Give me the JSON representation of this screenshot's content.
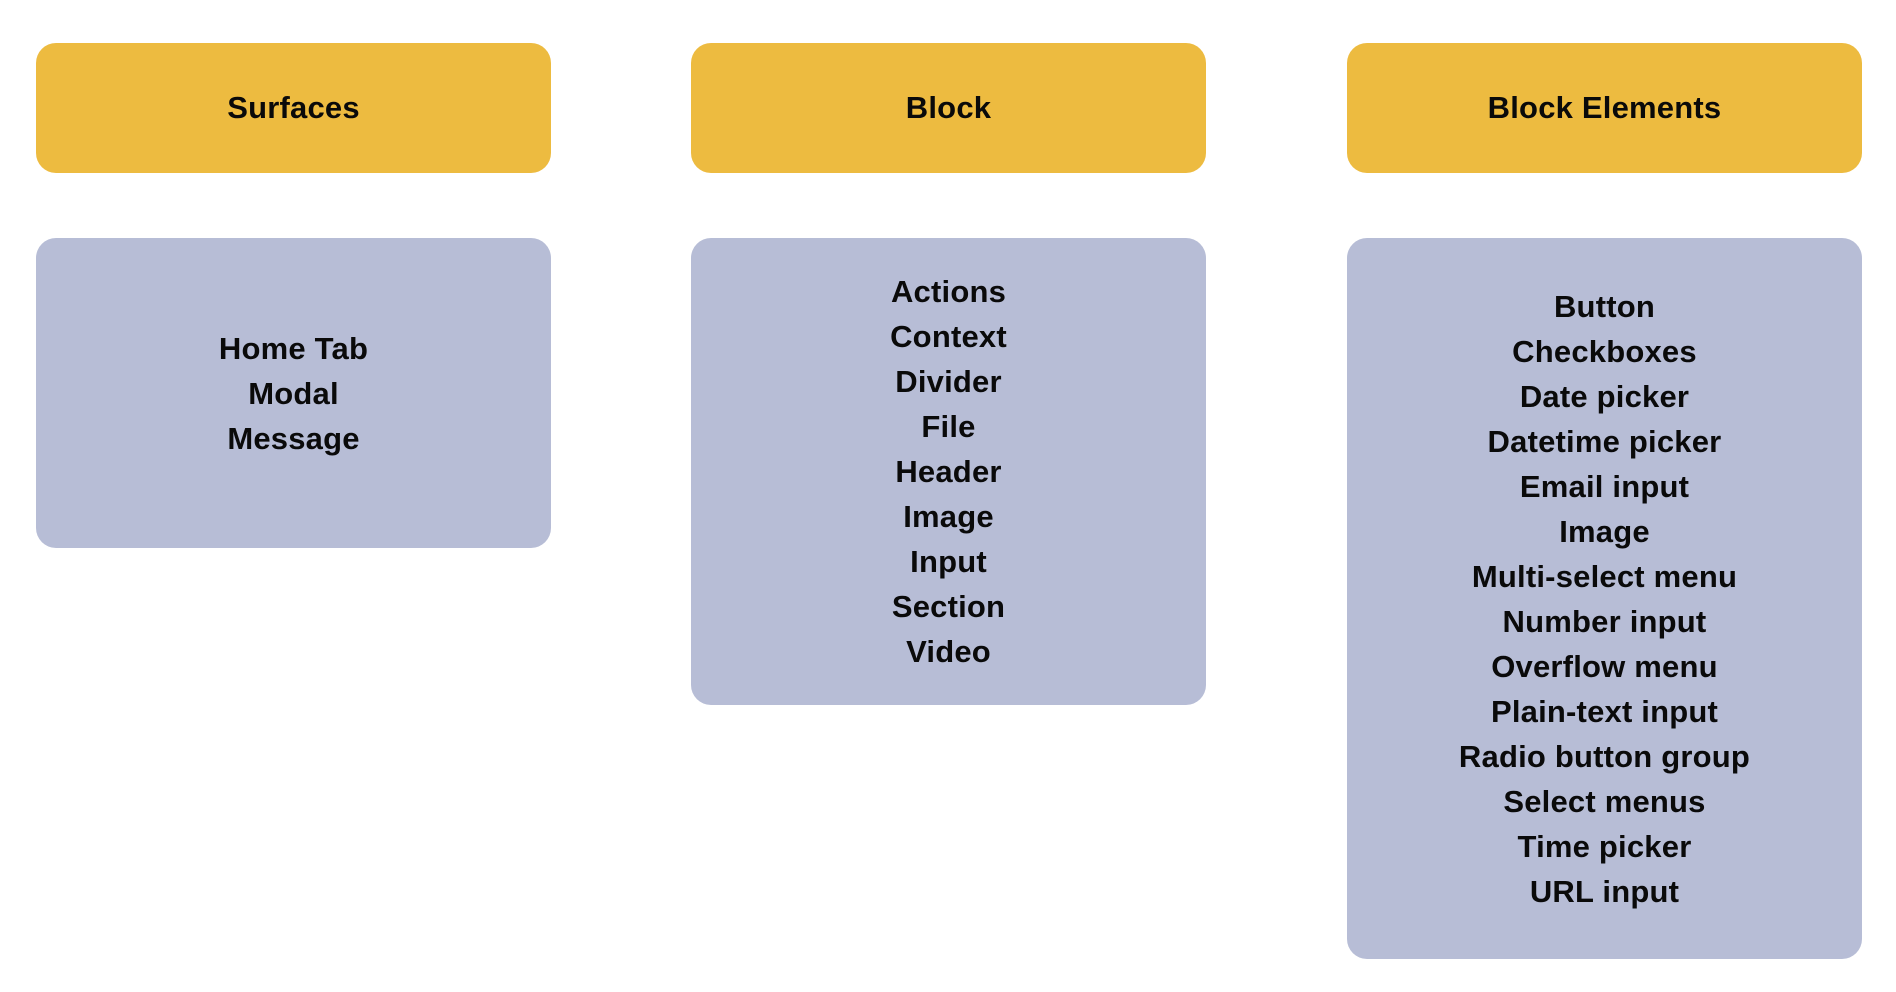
{
  "colors": {
    "page_bg": "#FFFFFF",
    "header_bg": "#EDBB40",
    "body_bg": "#B7BDD6",
    "text": "#0A0A0A"
  },
  "diagram": {
    "columns": [
      {
        "title": "Surfaces",
        "items": [
          "Home Tab",
          "Modal",
          "Message"
        ]
      },
      {
        "title": "Block",
        "items": [
          "Actions",
          "Context",
          "Divider",
          "File",
          "Header",
          "Image",
          "Input",
          "Section",
          "Video"
        ]
      },
      {
        "title": "Block Elements",
        "items": [
          "Button",
          "Checkboxes",
          "Date picker",
          "Datetime picker",
          "Email input",
          "Image",
          "Multi-select menu",
          "Number input",
          "Overflow menu",
          "Plain-text input",
          "Radio button group",
          "Select menus",
          "Time picker",
          "URL input"
        ]
      }
    ]
  }
}
